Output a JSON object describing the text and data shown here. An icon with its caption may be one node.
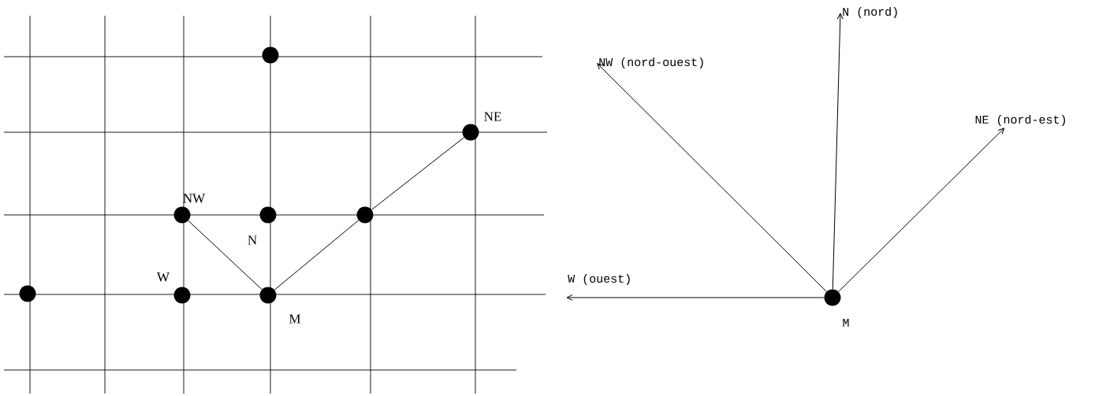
{
  "diagram": {
    "nodes": [
      {
        "text": [],
        "shape": "circle"
      },
      {
        "text": [],
        "shape": "circle",
        "beside": [
          "NE"
        ]
      },
      {
        "text": [],
        "shape": "circle",
        "beside": [
          "NW"
        ]
      },
      {
        "text": [],
        "shape": "circle",
        "beside": [
          "N"
        ]
      },
      {
        "text": [],
        "shape": "circle"
      },
      {
        "text": [],
        "shape": "circle"
      },
      {
        "text": [],
        "shape": "circle",
        "beside": [
          "W"
        ]
      },
      {
        "text": [],
        "shape": "circle",
        "beside": [
          "M"
        ]
      },
      {
        "text": [],
        "shape": "circle",
        "beside": [
          "M"
        ]
      },
      {
        "text": [
          "N (nord)"
        ]
      },
      {
        "text": [
          "NW (nord-ouest)"
        ]
      },
      {
        "text": [
          "NE (nord-est)"
        ]
      },
      {
        "text": [
          "W (ouest)"
        ]
      }
    ],
    "edges": [
      {
        "from": 2,
        "to": 7,
        "arrow": "none"
      },
      {
        "from": 7,
        "to": 4,
        "arrow": "none"
      },
      {
        "from": 4,
        "to": 1,
        "arrow": "none"
      },
      {
        "from": 8,
        "to": 9,
        "arrow": "to"
      },
      {
        "from": 8,
        "to": 10,
        "arrow": "to"
      },
      {
        "from": 8,
        "to": 11,
        "arrow": "to"
      },
      {
        "from": 8,
        "to": 12,
        "arrow": "to"
      }
    ]
  }
}
